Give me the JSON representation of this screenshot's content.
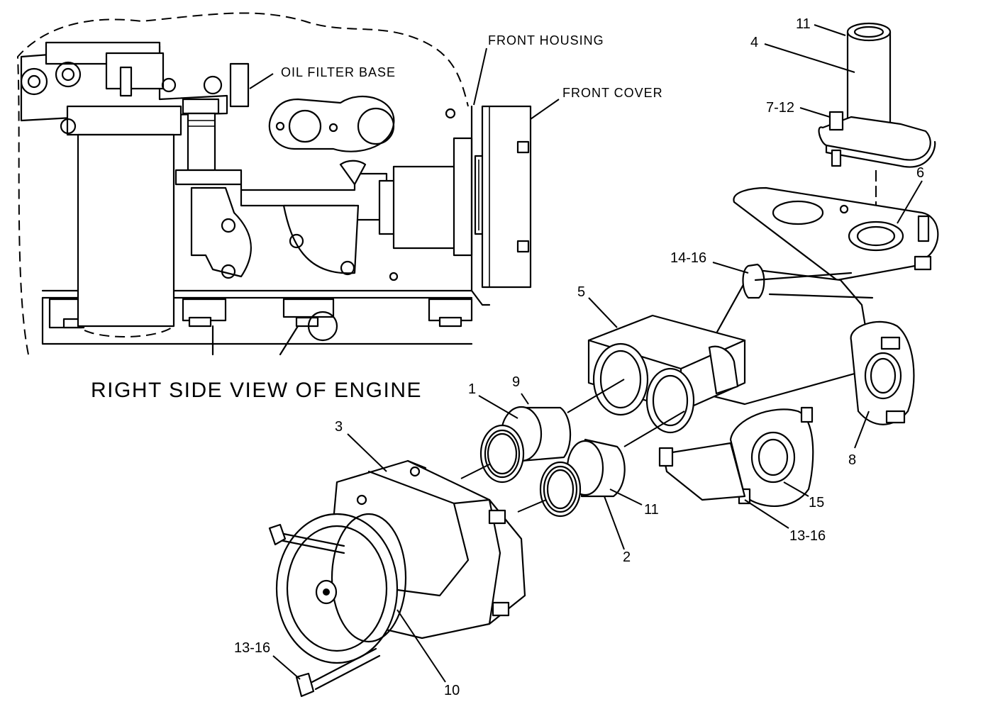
{
  "view_title": "RIGHT SIDE VIEW OF ENGINE",
  "annotations": {
    "oil_filter_base": "OIL FILTER BASE",
    "front_housing": "FRONT HOUSING",
    "front_cover": "FRONT COVER"
  },
  "callouts": {
    "c11_top": "11",
    "c4": "4",
    "c7_12": "7-12",
    "c6": "6",
    "c14_16": "14-16",
    "c5": "5",
    "c1": "1",
    "c9": "9",
    "c3": "3",
    "c11_mid": "11",
    "c2": "2",
    "c8": "8",
    "c15": "15",
    "c13_16_right": "13-16",
    "c13_16_left": "13-16",
    "c10": "10"
  }
}
